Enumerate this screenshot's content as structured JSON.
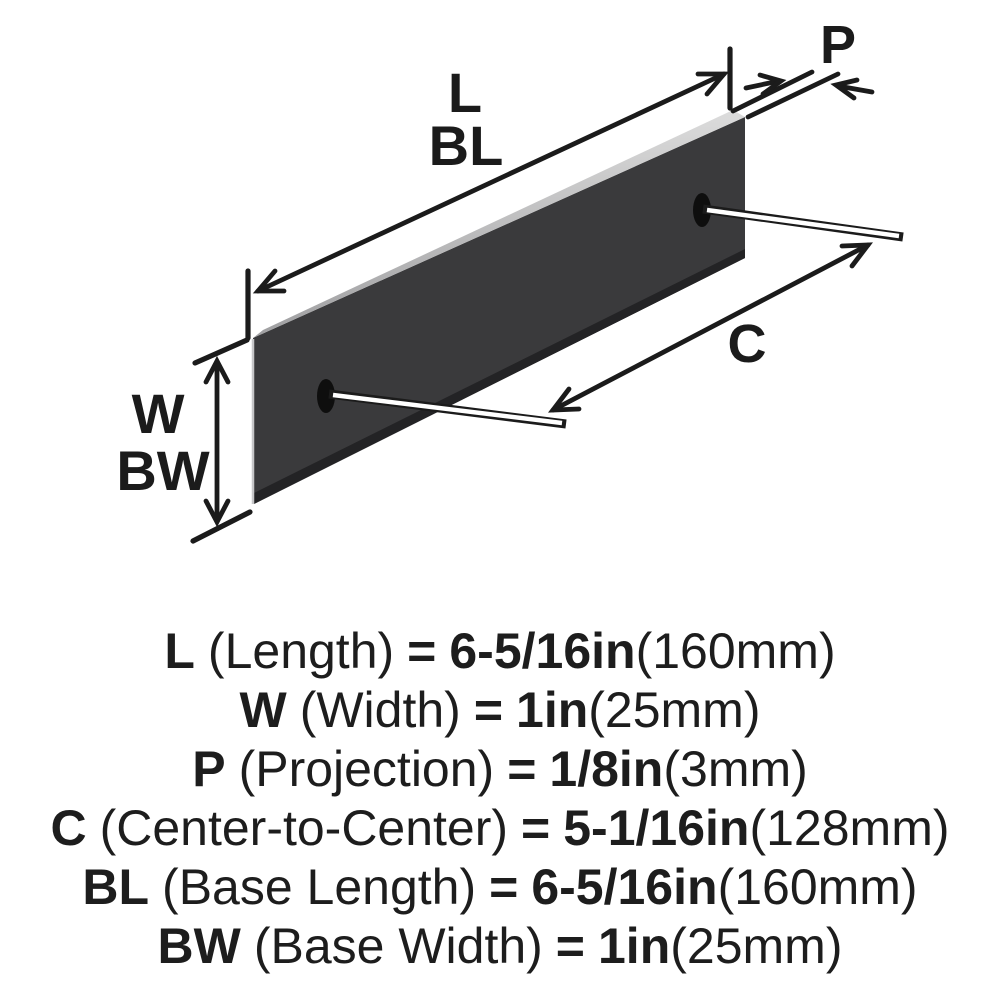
{
  "diagram": {
    "labels": {
      "l": "L",
      "bl": "BL",
      "p": "P",
      "c": "C",
      "w": "W",
      "bw": "BW"
    },
    "colors": {
      "bar_face": "#3a3a3c",
      "bar_top_edge_light": "#dcdcdc",
      "bar_top_edge_dark": "#9f9fa1",
      "bar_bottom_shadow": "#232325",
      "line": "#1b1b1b",
      "background": "#ffffff"
    }
  },
  "specs": {
    "rows": [
      {
        "symbol": "L",
        "name": "(Length)",
        "equals": "=",
        "value": "6-5/16in",
        "metric": "(160mm)"
      },
      {
        "symbol": "W",
        "name": "(Width)",
        "equals": "=",
        "value": "1in",
        "metric": "(25mm)"
      },
      {
        "symbol": "P",
        "name": "(Projection)",
        "equals": "=",
        "value": "1/8in",
        "metric": "(3mm)"
      },
      {
        "symbol": "C",
        "name": "(Center-to-Center)",
        "equals": "=",
        "value": "5-1/16in",
        "metric": "(128mm)"
      },
      {
        "symbol": "BL",
        "name": "(Base Length)",
        "equals": "=",
        "value": "6-5/16in",
        "metric": "(160mm)"
      },
      {
        "symbol": "BW",
        "name": "(Base Width)",
        "equals": "=",
        "value": "1in",
        "metric": "(25mm)"
      }
    ]
  }
}
